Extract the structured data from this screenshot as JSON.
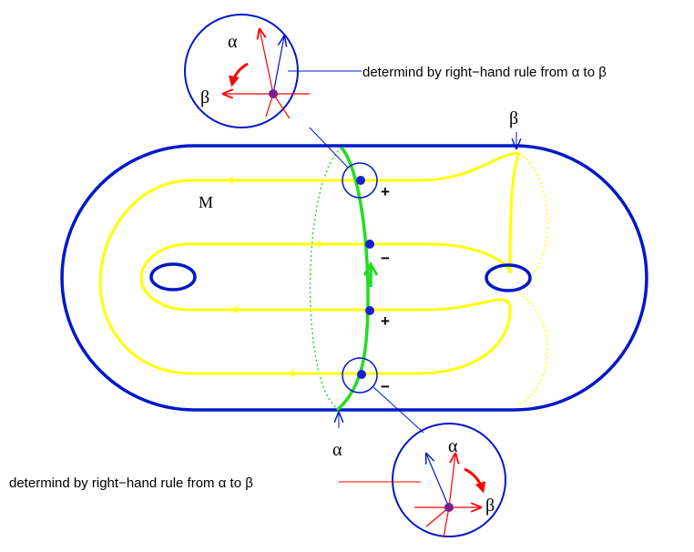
{
  "labels": {
    "manifold": "M",
    "alpha_bottom": "α",
    "beta_top": "β",
    "inset_top_alpha": "α",
    "inset_top_beta": "β",
    "inset_bottom_alpha": "α",
    "inset_bottom_beta": "β"
  },
  "annotations": {
    "top": "determind by right−hand rule from α to β",
    "bottom": "determind by right−hand rule from α to β"
  },
  "intersection_signs": [
    "+",
    "−",
    "+",
    "−"
  ],
  "colors": {
    "surface": "#0018c8",
    "beta_curve": "#ffff00",
    "alpha_curve": "#22dd22",
    "vector_red": "#ff0000",
    "point": "#1820d0"
  }
}
